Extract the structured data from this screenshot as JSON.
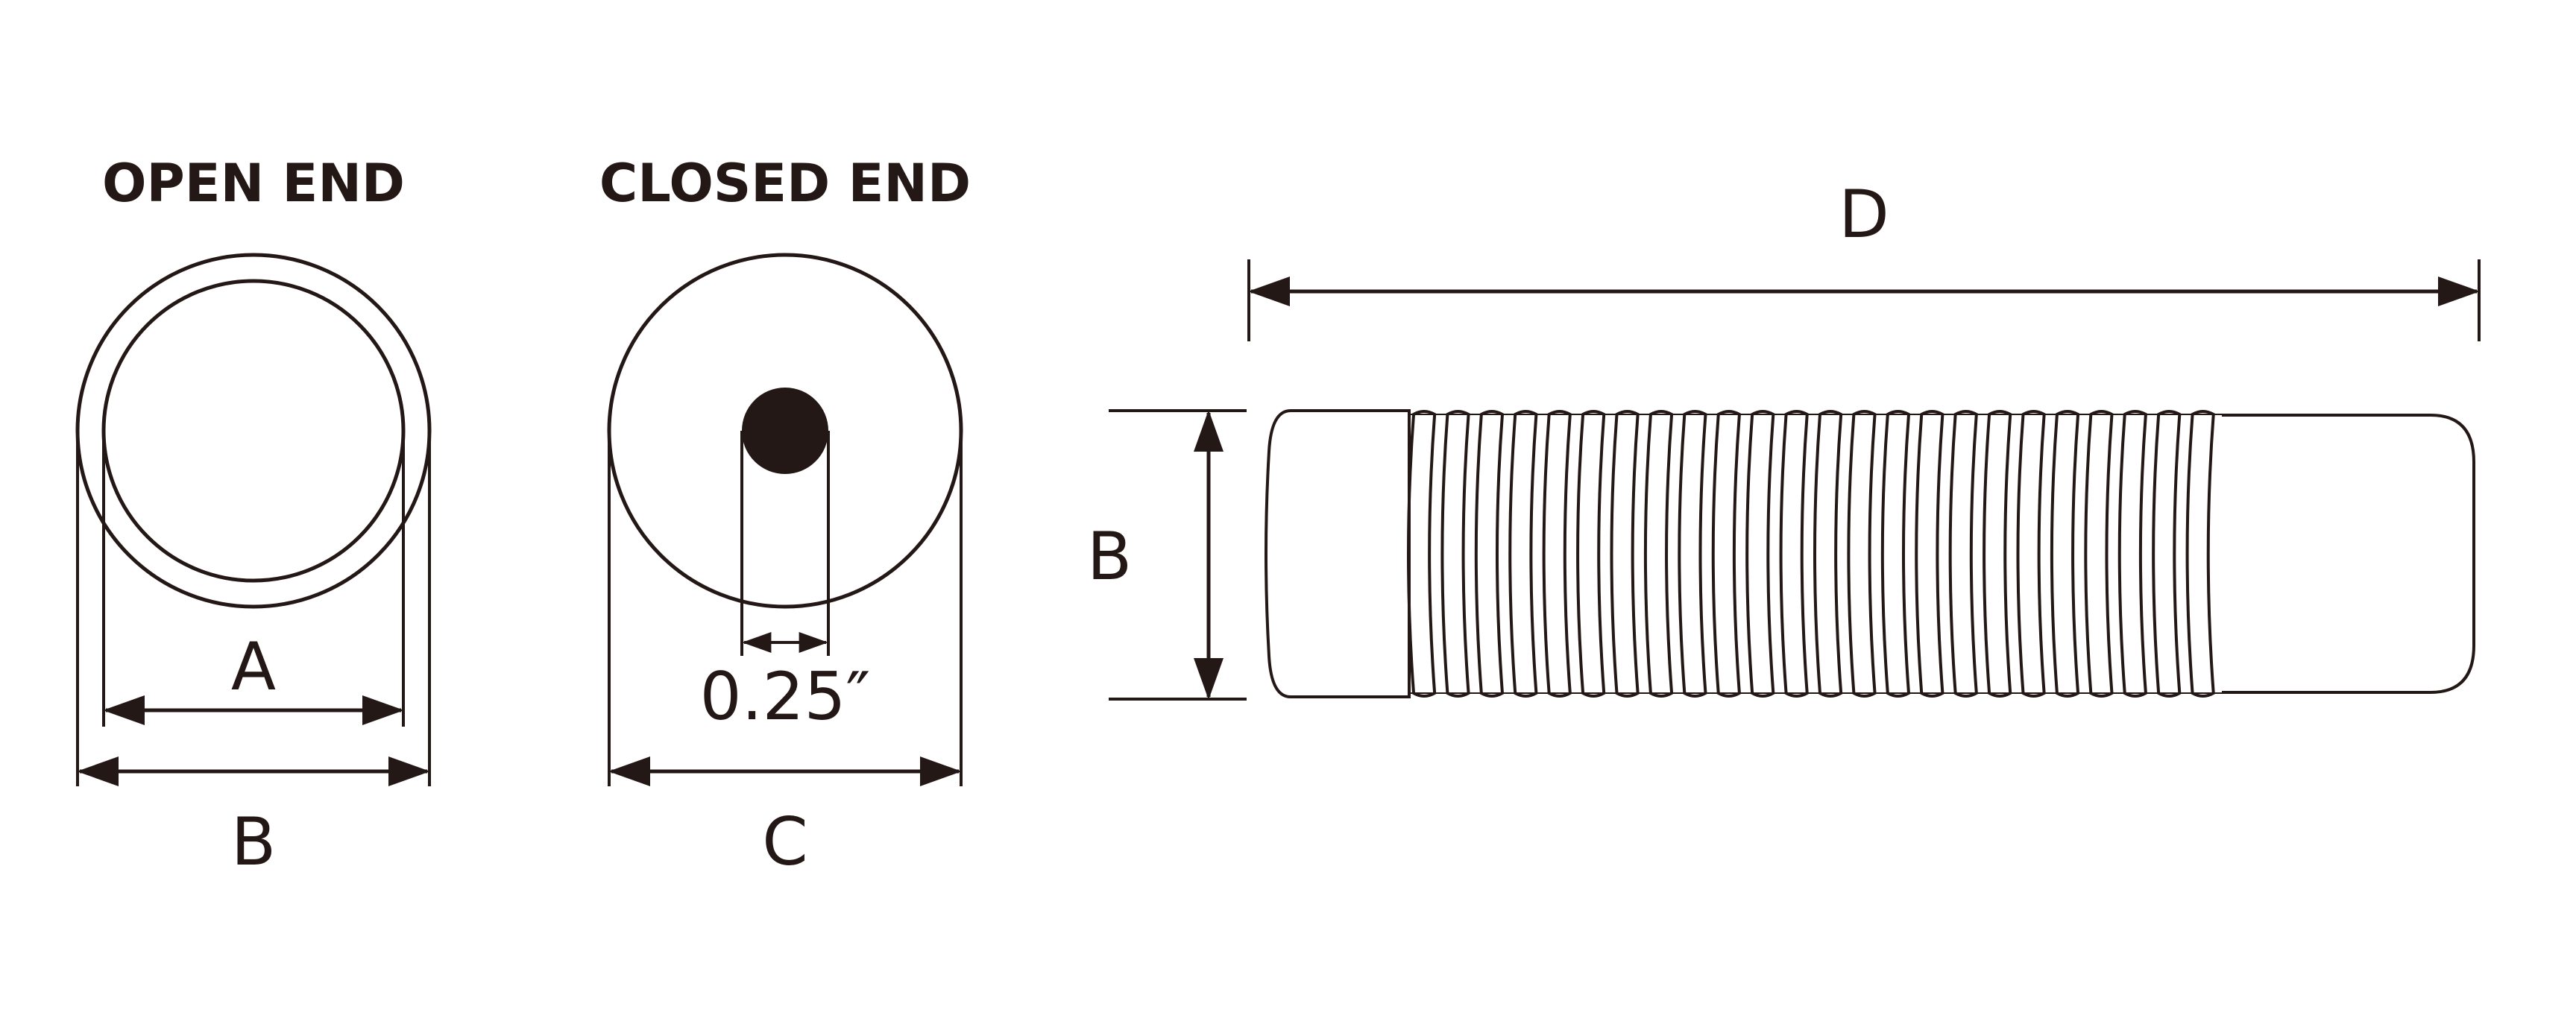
{
  "colors": {
    "ink": "#231815",
    "background": "#ffffff"
  },
  "views": {
    "open_end": {
      "title": "OPEN END",
      "inner_dim_label": "A",
      "outer_dim_label": "B"
    },
    "closed_end": {
      "title": "CLOSED END",
      "hole_dim_label": "0.25″",
      "outer_dim_label": "C"
    },
    "side": {
      "length_label": "D",
      "height_label": "B"
    }
  }
}
